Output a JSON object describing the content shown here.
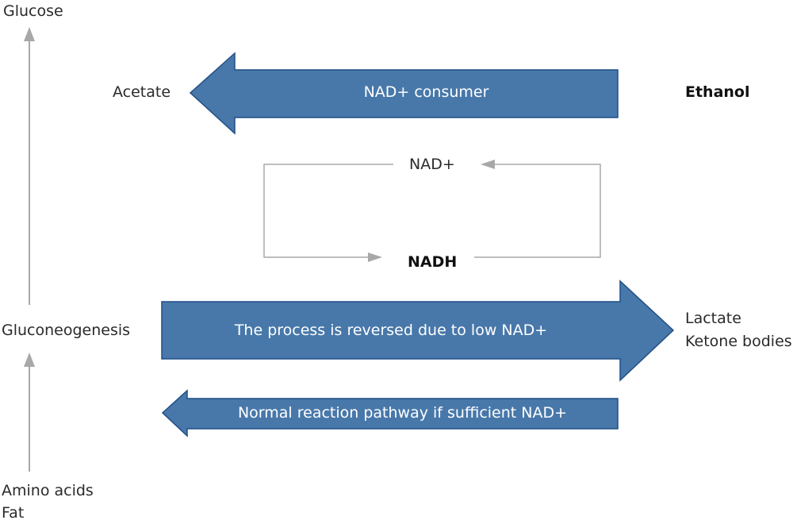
{
  "labels": {
    "glucose": "Glucose",
    "acetate": "Acetate",
    "ethanol": "Ethanol",
    "nad_plus": "NAD+",
    "nadh": "NADH",
    "gluconeogenesis": "Gluconeogenesis",
    "lactate": "Lactate",
    "ketone_bodies": "Ketone bodies",
    "amino_acids": "Amino acids",
    "fat": "Fat"
  },
  "arrows": {
    "consumer": "NAD+ consumer",
    "reversed": "The process is reversed due to low NAD+",
    "normal": "Normal reaction pathway if sufficient NAD+"
  },
  "colors": {
    "arrow_fill": "#4878aa",
    "arrow_stroke": "#1f4f86",
    "connector": "#a8a8a8"
  }
}
